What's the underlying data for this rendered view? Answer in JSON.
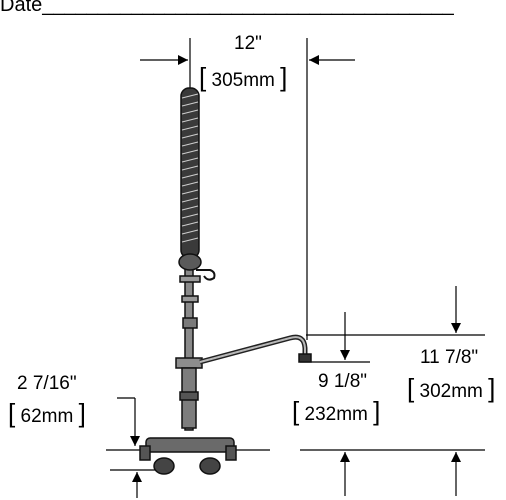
{
  "header": {
    "date_label": "Date_____________________________________"
  },
  "dimensions": {
    "swing_width": {
      "imperial": "12\"",
      "metric": "305mm"
    },
    "spout_height": {
      "imperial": "9 1/8\"",
      "metric": "232mm"
    },
    "overall_spout_height": {
      "imperial": "11 7/8\"",
      "metric": "302mm"
    },
    "inlet_centers": {
      "imperial": "2 7/16\"",
      "metric": "62mm"
    }
  },
  "brackets": {
    "open": "[",
    "close": "]"
  }
}
